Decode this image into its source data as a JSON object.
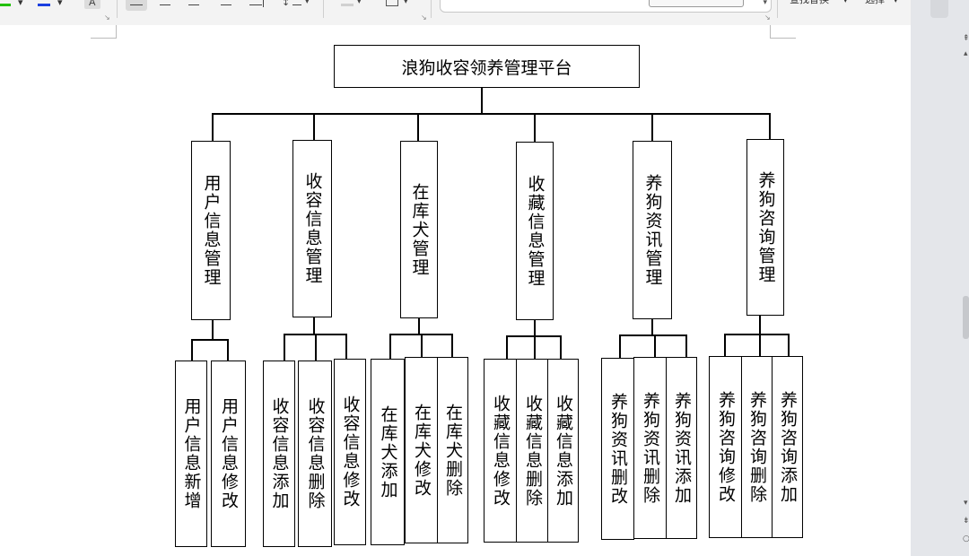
{
  "toolbar": {
    "font_color_glyph": "A",
    "find_replace": "查找替换",
    "select": "选择",
    "dropdown_caret": "▾"
  },
  "diagram": {
    "root": "浪狗收容领养管理平台",
    "modules": [
      {
        "label": "用户信息管理",
        "children": [
          "用户信息新增",
          "用户信息修改"
        ]
      },
      {
        "label": "收容信息管理",
        "children": [
          "收容信息添加",
          "收容信息删除",
          "收容信息修改"
        ]
      },
      {
        "label": "在库犬管理",
        "children": [
          "在库犬添加",
          "在库犬修改",
          "在库犬删除"
        ]
      },
      {
        "label": "收藏信息管理",
        "children": [
          "收藏信息修改",
          "收藏信息删除",
          "收藏信息添加"
        ]
      },
      {
        "label": "养狗资讯管理",
        "children": [
          "养狗资讯删改",
          "养狗资讯删除",
          "养狗资讯添加"
        ]
      },
      {
        "label": "养狗咨询管理",
        "children": [
          "养狗咨询修改",
          "养狗咨询删除",
          "养狗咨询添加"
        ]
      }
    ]
  },
  "colors": {
    "accent_green": "#22c000",
    "accent_blue": "#1a3fe0"
  }
}
